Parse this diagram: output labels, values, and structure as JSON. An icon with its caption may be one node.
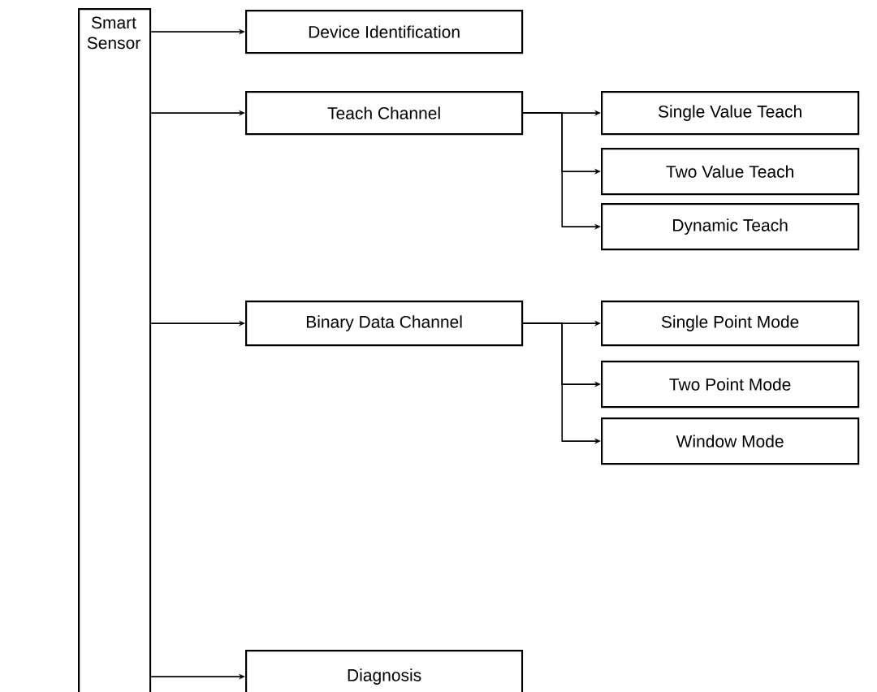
{
  "diagram": {
    "nodes": [
      {
        "text": [
          "Smart Sensor"
        ]
      },
      {
        "text": [
          "Device Identification"
        ]
      },
      {
        "text": [
          "Teach Channel"
        ]
      },
      {
        "text": [
          "Single Value Teach"
        ]
      },
      {
        "text": [
          "Two Value Teach"
        ]
      },
      {
        "text": [
          "Dynamic Teach"
        ]
      },
      {
        "text": [
          "Binary Data Channel"
        ]
      },
      {
        "text": [
          "Single Point Mode"
        ]
      },
      {
        "text": [
          "Two Point Mode"
        ]
      },
      {
        "text": [
          "Window Mode"
        ]
      },
      {
        "text": [
          "Diagnosis"
        ]
      }
    ],
    "edges": [
      {
        "from": 0,
        "to": 1,
        "arrow": "to"
      },
      {
        "from": 0,
        "to": 2,
        "arrow": "to"
      },
      {
        "from": 0,
        "to": 6,
        "arrow": "to"
      },
      {
        "from": 0,
        "to": 10,
        "arrow": "to"
      },
      {
        "from": 2,
        "to": 3,
        "arrow": "to"
      },
      {
        "from": 2,
        "to": 4,
        "arrow": "to"
      },
      {
        "from": 2,
        "to": 5,
        "arrow": "to"
      },
      {
        "from": 6,
        "to": 7,
        "arrow": "to"
      },
      {
        "from": 6,
        "to": 8,
        "arrow": "to"
      },
      {
        "from": 6,
        "to": 9,
        "arrow": "to"
      }
    ]
  }
}
